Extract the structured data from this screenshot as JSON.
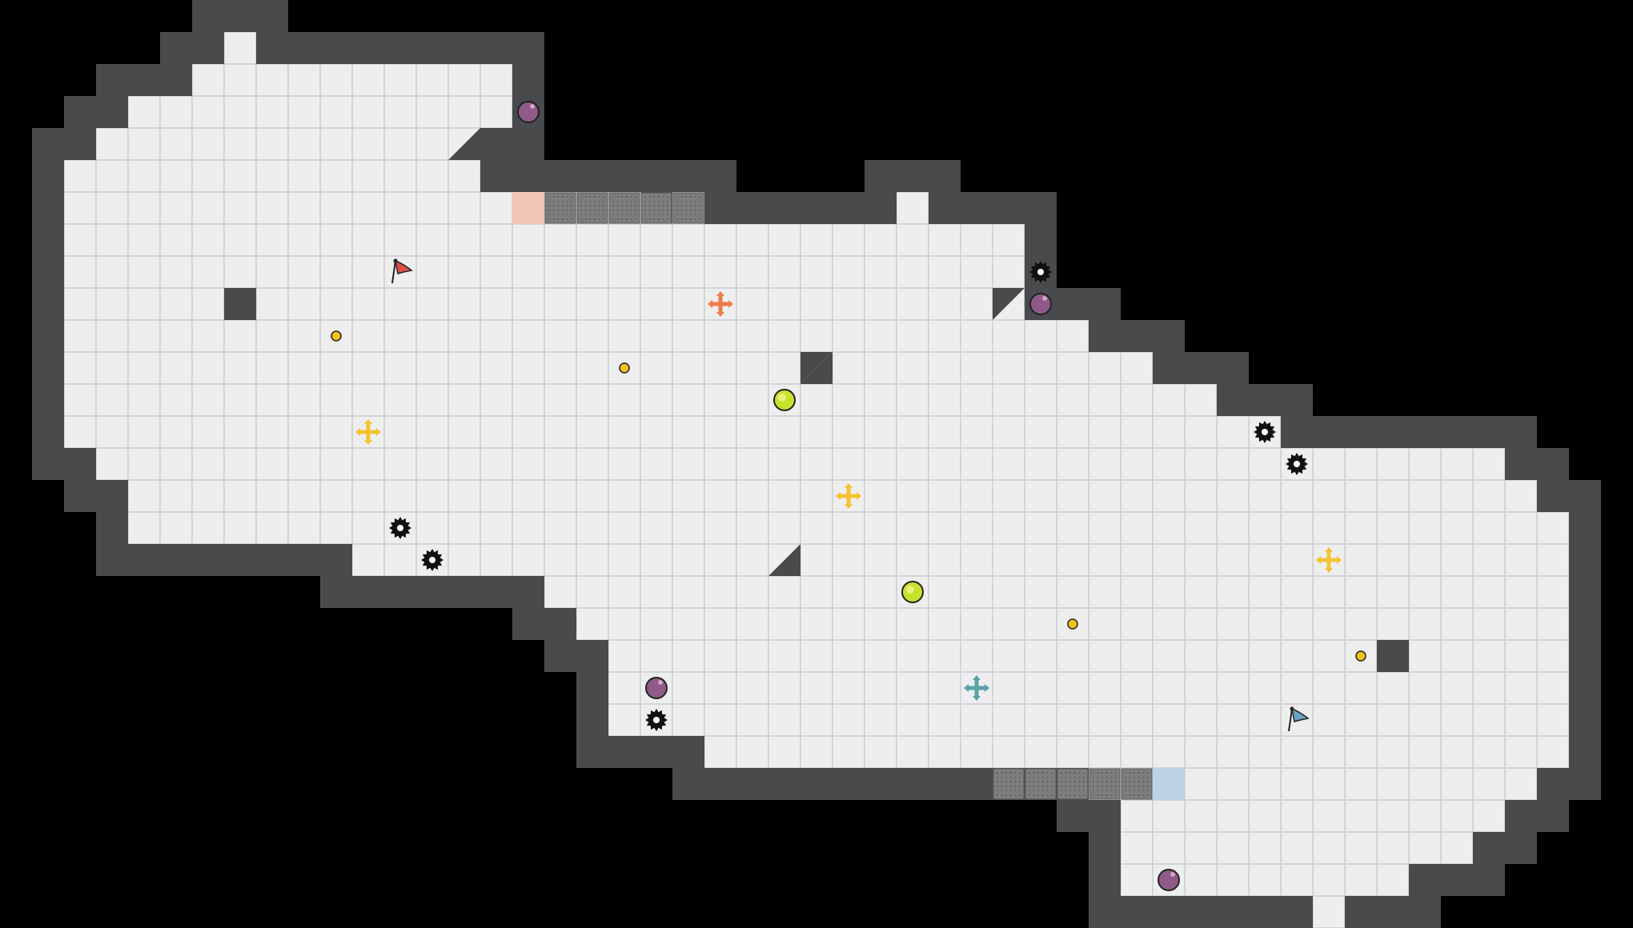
{
  "game": {
    "kind": "capture-the-flag arena map",
    "colors": {
      "background": "#000000",
      "wall": "#4a4a4d",
      "wall_edge": "#2a2a2c",
      "floor": "#eeeeef",
      "grid_line": "#d4d4d8",
      "red_team": "#e0504a",
      "blue_team": "#6aa3c4",
      "gate": "#7d7d80",
      "red_zone": "#f2c6b6",
      "blue_zone": "#bcd3e6",
      "bomb": "#8e5a8a",
      "powerup": "#c8e12a",
      "token": "#f2c11a",
      "boost_yellow": "#f4c431",
      "boost_red": "#f07a4a",
      "boost_blue": "#58a2a8",
      "spike": "#111111"
    },
    "flags": [
      {
        "team": "red",
        "icon": "red-flag-icon",
        "col": 11,
        "row": 7
      },
      {
        "team": "blue",
        "icon": "blue-flag-icon",
        "col": 39,
        "row": 21
      }
    ],
    "bombs": {
      "icon": "bomb-icon",
      "cells": [
        [
          15,
          2
        ],
        [
          31,
          8
        ],
        [
          19,
          20
        ],
        [
          35,
          26
        ]
      ]
    },
    "spikes": {
      "icon": "spike-icon",
      "cells": [
        [
          31,
          7
        ],
        [
          38,
          12
        ],
        [
          39,
          13
        ],
        [
          11,
          15
        ],
        [
          12,
          16
        ],
        [
          19,
          21
        ]
      ]
    },
    "powerups": {
      "icon": "powerup-icon",
      "cells": [
        [
          23,
          11
        ],
        [
          27,
          17
        ]
      ]
    },
    "tokens": {
      "icon": "token-icon",
      "cells": [
        [
          9,
          9
        ],
        [
          18,
          10
        ],
        [
          32,
          18
        ],
        [
          41,
          19
        ]
      ]
    },
    "boosts": [
      {
        "team": "neutral",
        "icon": "yellow-boost-icon",
        "col": 10,
        "row": 12
      },
      {
        "team": "neutral",
        "icon": "yellow-boost-icon",
        "col": 25,
        "row": 14
      },
      {
        "team": "neutral",
        "icon": "yellow-boost-icon",
        "col": 40,
        "row": 16
      },
      {
        "team": "red",
        "icon": "red-boost-icon",
        "col": 21,
        "row": 8
      },
      {
        "team": "blue",
        "icon": "blue-boost-icon",
        "col": 29,
        "row": 20
      }
    ],
    "gates": [
      {
        "team": "red",
        "icon": "gate-icon",
        "cells": [
          [
            16,
            5
          ],
          [
            17,
            5
          ],
          [
            18,
            5
          ],
          [
            19,
            5
          ],
          [
            20,
            5
          ]
        ]
      },
      {
        "team": "blue",
        "icon": "gate-icon",
        "cells": [
          [
            30,
            23
          ],
          [
            31,
            23
          ],
          [
            32,
            23
          ],
          [
            33,
            23
          ],
          [
            34,
            23
          ]
        ]
      }
    ],
    "team_zones": [
      {
        "team": "red",
        "cells": [
          [
            15,
            5
          ]
        ]
      },
      {
        "team": "blue",
        "cells": [
          [
            35,
            23
          ]
        ]
      }
    ]
  }
}
